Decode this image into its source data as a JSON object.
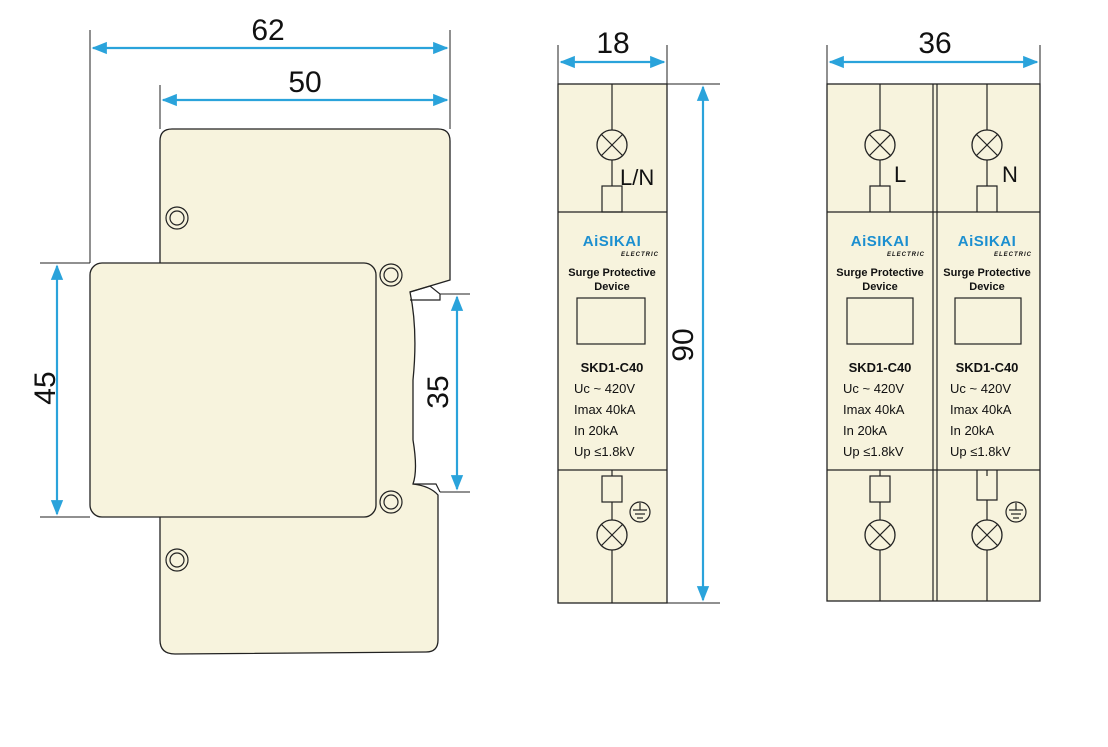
{
  "dimensions": {
    "overall_depth": "62",
    "body_depth": "50",
    "front_height": "45",
    "rail_width": "35",
    "single_width": "18",
    "height": "90",
    "double_width": "36"
  },
  "device": {
    "brand": "AiSIKAI",
    "brand_sub": "ELECTRIC",
    "title_line1": "Surge  Protective",
    "title_line2": "Device",
    "model": "SKD1-C40",
    "specs": [
      "Uc ~ 420V",
      "Imax 40kA",
      "In       20kA",
      "Up ≤1.8kV"
    ]
  },
  "terminals": {
    "single": "L/N",
    "left": "L",
    "right": "N"
  },
  "colors": {
    "dimension_line": "#2aa3db",
    "body_fill": "#f7f3dd",
    "brand": "#1c8fd0"
  }
}
